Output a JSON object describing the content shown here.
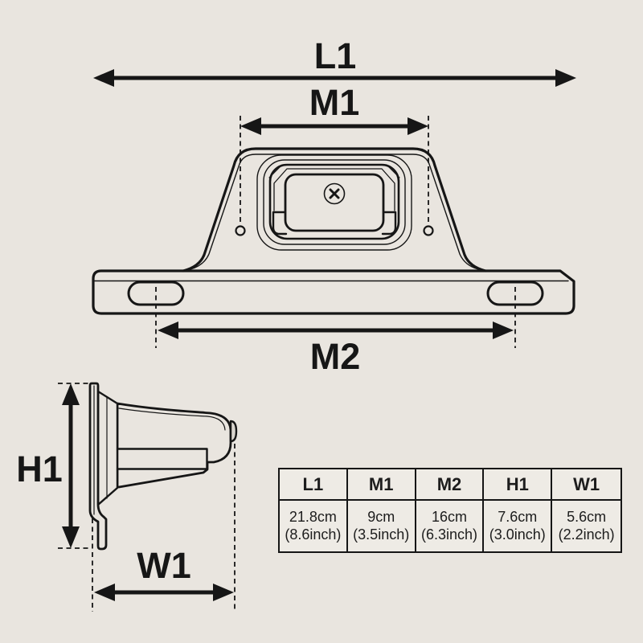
{
  "page": {
    "title": "License plate bracket dimension diagram",
    "colors": {
      "background": "#e9e5df",
      "line": "#161616"
    }
  },
  "icons": {
    "screw": "phillips-screw-icon"
  },
  "front_view": {
    "labels": {
      "l1": "L1",
      "m1": "M1",
      "m2": "M2"
    }
  },
  "side_view": {
    "labels": {
      "h1": "H1",
      "w1": "W1"
    }
  },
  "spec_table": {
    "columns": [
      {
        "label": "L1",
        "cm": "21.8cm",
        "inch": "(8.6inch)"
      },
      {
        "label": "M1",
        "cm": "9cm",
        "inch": "(3.5inch)"
      },
      {
        "label": "M2",
        "cm": "16cm",
        "inch": "(6.3inch)"
      },
      {
        "label": "H1",
        "cm": "7.6cm",
        "inch": "(3.0inch)"
      },
      {
        "label": "W1",
        "cm": "5.6cm",
        "inch": "(2.2inch)"
      }
    ]
  }
}
